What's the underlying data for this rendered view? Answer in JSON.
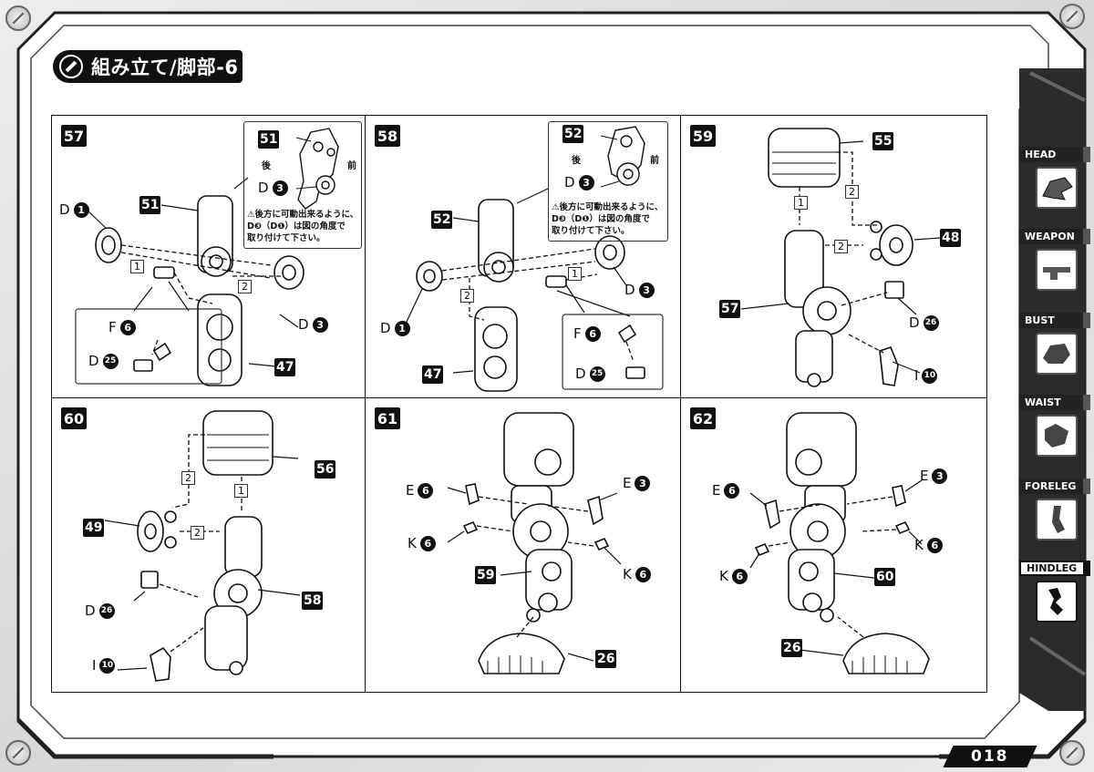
{
  "title": "組み立て/脚部-6",
  "page_number": "018",
  "sidebar": [
    {
      "label": "HEAD",
      "icon": "head-icon",
      "active": false
    },
    {
      "label": "WEAPON",
      "icon": "weapon-icon",
      "active": false
    },
    {
      "label": "BUST",
      "icon": "bust-icon",
      "active": false
    },
    {
      "label": "WAIST",
      "icon": "waist-icon",
      "active": false
    },
    {
      "label": "FORELEG",
      "icon": "foreleg-icon",
      "active": false
    },
    {
      "label": "HINDLEG",
      "icon": "hindleg-icon",
      "active": true
    }
  ],
  "steps": {
    "s57": {
      "number": "57",
      "tags": {
        "a": "51",
        "b": "47",
        "inset": "51"
      },
      "labels": {
        "d1": "D",
        "d1n": "1",
        "d3": "D",
        "d3n": "3",
        "f": "F",
        "fn": "6",
        "d": "D",
        "dn": "25",
        "inset_d": "D",
        "inset_dn": "3"
      },
      "seq": {
        "one": "1",
        "two": "2"
      },
      "inset": {
        "back": "後",
        "front": "前",
        "note1": "⚠後方に可動出来るように、",
        "note2": "D❸（D❶）は図の角度で",
        "note3": "取り付けて下さい。"
      }
    },
    "s58": {
      "number": "58",
      "tags": {
        "a": "52",
        "b": "47",
        "inset": "52"
      },
      "labels": {
        "d1": "D",
        "d1n": "1",
        "d3": "D",
        "d3n": "3",
        "f": "F",
        "fn": "6",
        "d": "D",
        "dn": "25",
        "inset_d": "D",
        "inset_dn": "3"
      },
      "seq": {
        "one": "1",
        "two": "2"
      },
      "inset": {
        "back": "後",
        "front": "前",
        "note1": "⚠後方に可動出来るように、",
        "note2": "D❸（D❶）は図の角度で",
        "note3": "取り付けて下さい。"
      }
    },
    "s59": {
      "number": "59",
      "tags": {
        "a": "55",
        "b": "48",
        "c": "57"
      },
      "labels": {
        "d": "D",
        "dn": "26",
        "i": "I",
        "in": "10"
      },
      "seq": {
        "one": "1",
        "two": "2",
        "two_b": "2"
      }
    },
    "s60": {
      "number": "60",
      "tags": {
        "a": "56",
        "b": "49",
        "c": "58"
      },
      "labels": {
        "d": "D",
        "dn": "26",
        "i": "I",
        "in": "10"
      },
      "seq": {
        "one": "1",
        "two": "2",
        "two_b": "2"
      }
    },
    "s61": {
      "number": "61",
      "tags": {
        "a": "59",
        "b": "26"
      },
      "labels": {
        "e1": "E",
        "e1n": "6",
        "e2": "E",
        "e2n": "3",
        "k1": "K",
        "k1n": "6",
        "k2": "K",
        "k2n": "6"
      }
    },
    "s62": {
      "number": "62",
      "tags": {
        "a": "60",
        "b": "26"
      },
      "labels": {
        "e1": "E",
        "e1n": "6",
        "e2": "E",
        "e2n": "3",
        "k1": "K",
        "k1n": "6",
        "k2": "K",
        "k2n": "6"
      }
    }
  }
}
